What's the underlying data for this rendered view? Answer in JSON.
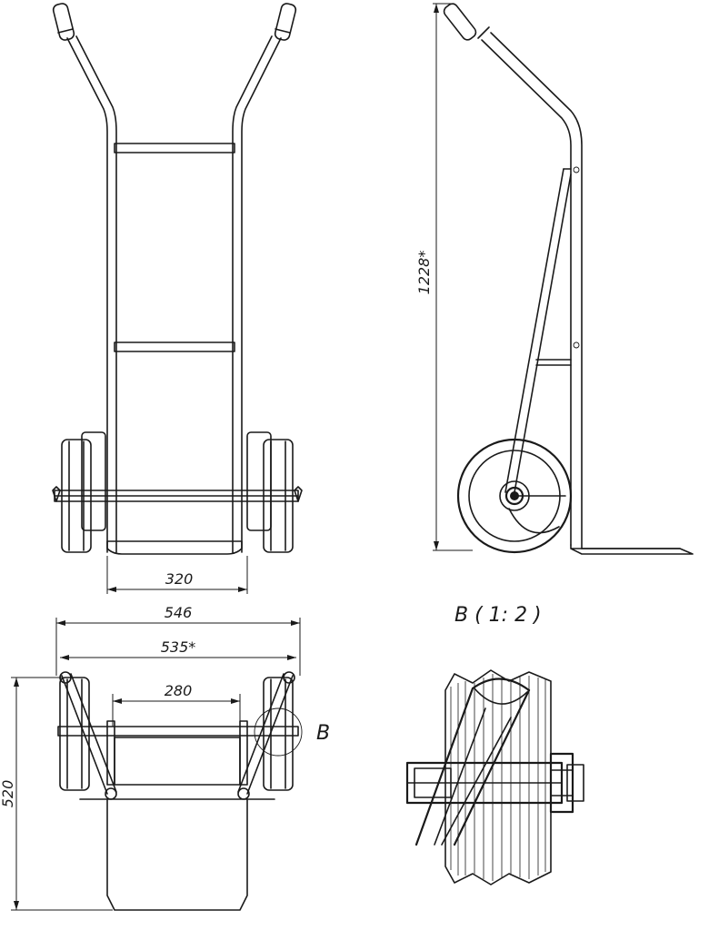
{
  "dimensions": {
    "front_wheel_track": "320",
    "height": "1228*",
    "top_overall_width": "546",
    "top_axle_width": "535*",
    "top_plate_width": "280",
    "top_depth": "520"
  },
  "labels": {
    "callout": "B",
    "detail_title": "B ( 1: 2 )"
  }
}
